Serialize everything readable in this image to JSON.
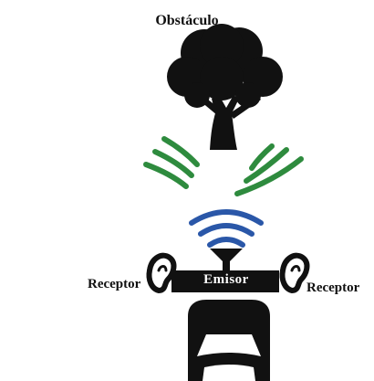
{
  "labels": {
    "obstacle": "Obstáculo",
    "emitter": "Emisor",
    "receiver_left": "Receptor",
    "receiver_right": "Receptor"
  },
  "colors": {
    "reflected_wave": "#2e8b3e",
    "emitted_wave": "#2a57a8",
    "ink": "#111111",
    "background": "#ffffff"
  },
  "icons": {
    "obstacle": "tree-icon",
    "emitter": "horn-emitter-icon",
    "receivers": "ear-icon",
    "vehicle": "car-front-icon"
  }
}
